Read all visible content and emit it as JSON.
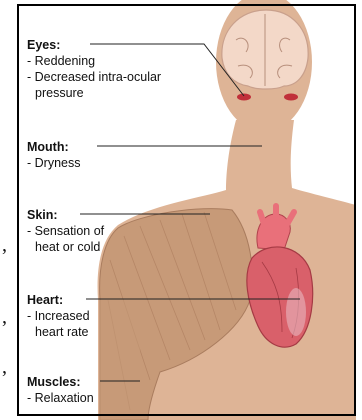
{
  "labels": {
    "eyes": {
      "heading": "Eyes:",
      "items": [
        "- Reddening",
        "- Decreased intra-ocular",
        "pressure"
      ]
    },
    "mouth": {
      "heading": "Mouth:",
      "items": [
        "- Dryness"
      ]
    },
    "skin": {
      "heading": "Skin:",
      "items": [
        "- Sensation of",
        "heat or cold"
      ]
    },
    "heart": {
      "heading": "Heart:",
      "items": [
        "- Increased",
        "heart rate"
      ]
    },
    "muscles": {
      "heading": "Muscles:",
      "items": [
        "- Relaxation"
      ]
    }
  },
  "edge_marks": [
    ",",
    ",",
    ","
  ],
  "colors": {
    "skin": "#deb496",
    "brain": "#f3d8c8",
    "muscle": "#c79a78",
    "heart": "#d9606a",
    "aorta": "#e9707a",
    "eyes": "#c0303a",
    "text": "#111111"
  }
}
